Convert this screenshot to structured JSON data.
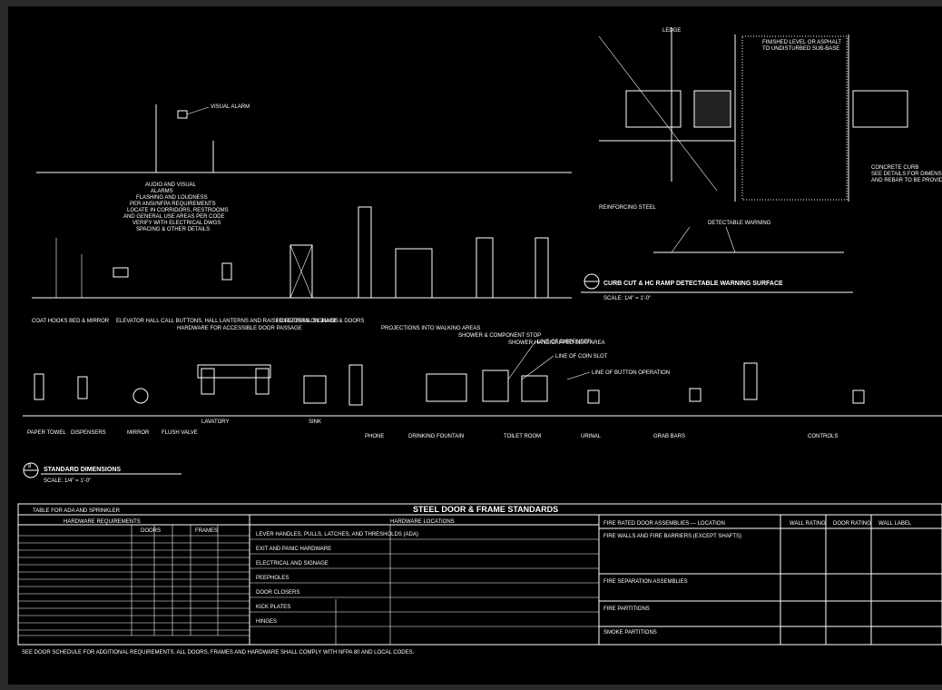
{
  "sheet": {
    "accent_line_color": "#ffffff",
    "background_color": "#000000",
    "detail_a_title": "CURB CUT & HC RAMP DETECTABLE WARNING SURFACE",
    "detail_b_title": "STANDARD DIMENSIONS",
    "detail_b_number": "8",
    "scale_note": "SCALE: 1/4\" = 1'-0\"",
    "labels_row1": [
      "COAT HOOKS BED & MIRROR",
      "ELEVATOR HALL CALL BUTTONS, HALL LANTERNS AND RAISED LETTERS ON JAMBS",
      "HARDWARE FOR ACCESSIBLE DOOR PASSAGE",
      "HORIZONTAL SIGNAGE & DOORS",
      "PROJECTIONS INTO WALKING AREAS",
      "SHOWER & COMPONENT STOP",
      "SHOWER HANDICAPPED SEAT AREA"
    ],
    "labels_row2": [
      "PAPER TOWEL",
      "DISPENSERS",
      "MIRROR",
      "FLUSH VALVE",
      "LAVATORY",
      "SINK",
      "PHONE",
      "DRINKING FOUNTAIN",
      "TOILET ROOM",
      "URINAL",
      "GRAB BARS",
      "CONTROLS"
    ],
    "callouts_right": [
      "LINE OF DISPENSER",
      "LINE OF COIN SLOT",
      "LINE OF BUTTON OPERATION"
    ],
    "table_left_title": "TABLE FOR ADA AND SPRINKLER",
    "table_title": "STEEL DOOR & FRAME STANDARDS",
    "table_left_headers": [
      "HARDWARE REQUIREMENTS",
      "DOORS",
      "FRAMES"
    ],
    "table_mid_headers": [
      "HARDWARE LOCATIONS"
    ],
    "table_mid_rows": [
      "LEVER HANDLES, PULLS, LATCHES, AND THRESHOLDS (ADA)",
      "EXIT AND PANIC HARDWARE",
      "ELECTRICAL AND SIGNAGE",
      "PEEPHOLES",
      "DOOR CLOSERS",
      "KICK PLATES",
      "HINGES"
    ],
    "table_right_headers": [
      "FIRE RATED DOOR ASSEMBLIES — LOCATION",
      "WALL RATING",
      "DOOR RATING",
      "WALL LABEL"
    ],
    "table_right_rows": [
      "FIRE WALLS AND FIRE BARRIERS (EXCEPT SHAFTS)",
      "FIRE SEPARATION ASSEMBLIES",
      "FIRE PARTITIONS",
      "SMOKE PARTITIONS"
    ],
    "footnote": "SEE DOOR SCHEDULE FOR ADDITIONAL REQUIREMENTS. ALL DOORS, FRAMES AND HARDWARE SHALL COMPLY WITH NFPA 80 AND LOCAL CODES."
  }
}
